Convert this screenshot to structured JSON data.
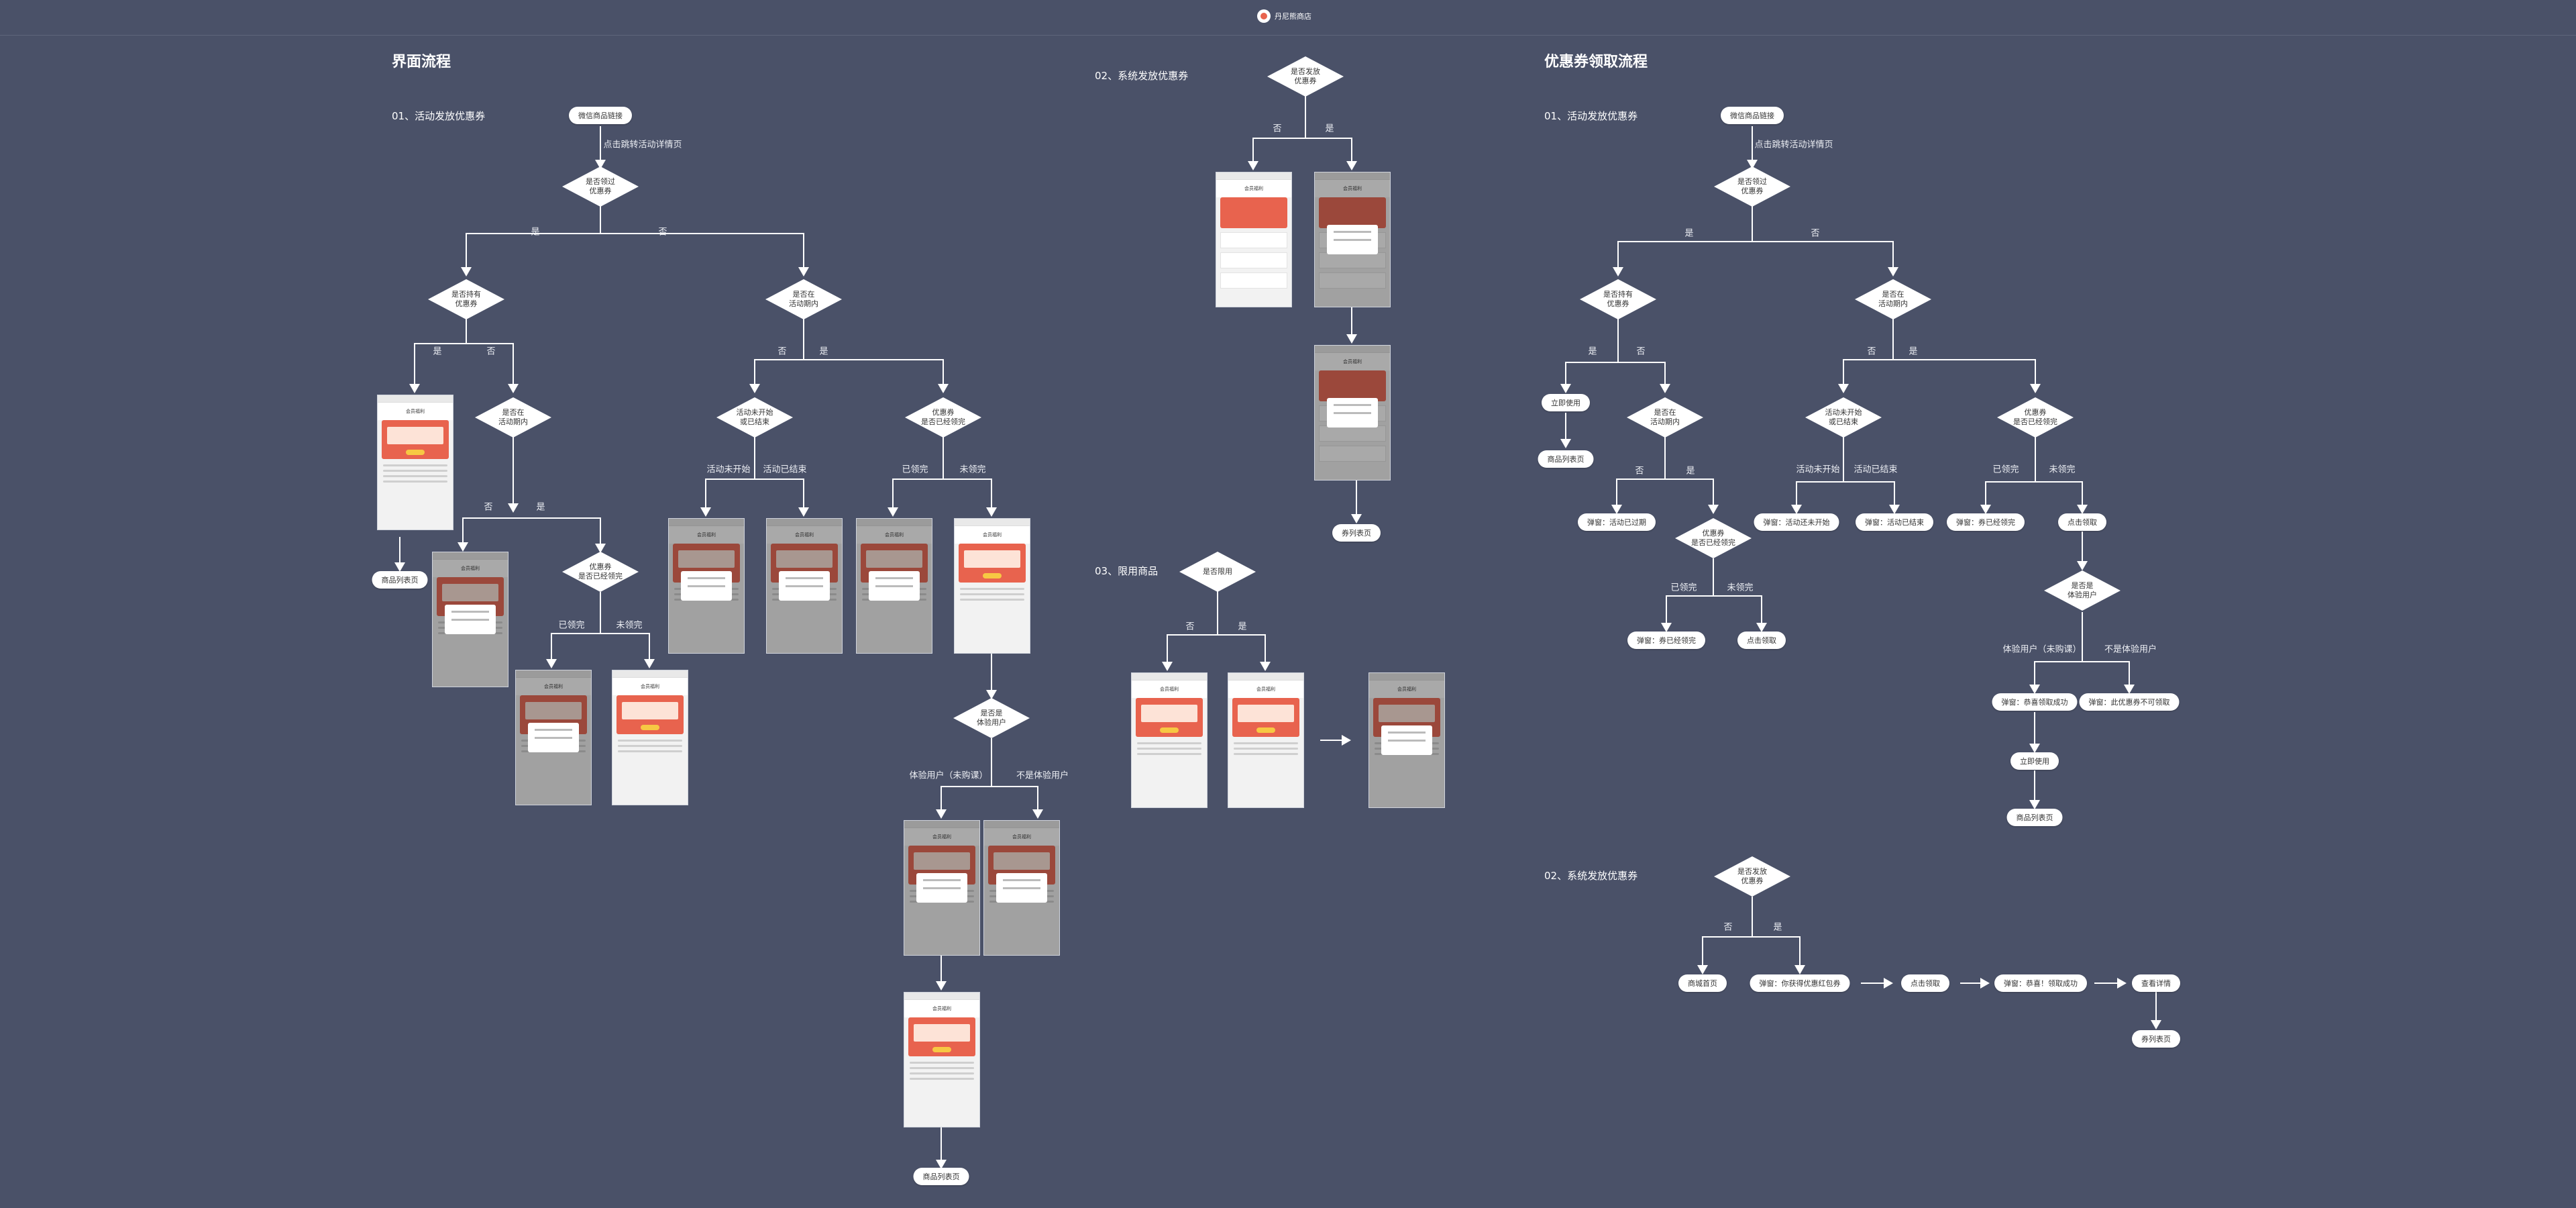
{
  "brand": {
    "name": "丹尼熊商店"
  },
  "titles": {
    "left": "界面流程",
    "right": "优惠券领取流程"
  },
  "sections": {
    "l_activity": "01、活动发放优惠券",
    "m_system": "02、系统发放优惠券",
    "m_limited": "03、限用商品",
    "r_activity": "01、活动发放优惠券",
    "r_system": "02、系统发放优惠券"
  },
  "pills": {
    "l_start": "微信商品链接",
    "l_goods": "商品列表页",
    "l_end": "商品列表页",
    "m_end": "券列表页",
    "r_start": "微信商品链接",
    "r_use": "立即使用",
    "r_goods": "商品列表页",
    "r_expired": "弹窗：活动已过期",
    "r_claimed": "弹窗：券已经领完",
    "r_click": "点击领取",
    "r_notstart": "弹窗：活动还未开始",
    "r_ended": "弹窗：活动已结束",
    "r_claimed2": "弹窗：券已经领完",
    "r_click2": "点击领取",
    "r_congrats": "弹窗：恭喜领取成功",
    "r_notnew": "弹窗：此优惠券不可领取",
    "r_use2": "立即使用",
    "r_goods2": "商品列表页",
    "r_home": "商城首页",
    "r_gift": "弹窗：你获得优惠红包券",
    "r_click3": "点击领取",
    "r_success": "弹窗：恭喜！领取成功",
    "r_view": "查看详情",
    "r_couponlist": "券列表页"
  },
  "diamonds": {
    "l_d1": "是否领过\n优惠券",
    "l_d2": "是否持有\n优惠券",
    "l_d3": "是否在\n活动期内",
    "l_d4": "是否在\n活动期内",
    "l_d5": "活动未开始\n或已结束",
    "l_d6": "优惠券\n是否已经领完",
    "l_d7": "优惠券\n是否已经领完",
    "l_d8": "是否是\n体验用户",
    "m_d1": "是否发放\n优惠券",
    "m_d2": "是否限用",
    "r_d1": "是否领过\n优惠券",
    "r_d2": "是否持有\n优惠券",
    "r_d3": "是否在\n活动期内",
    "r_d4": "是否在\n活动期内",
    "r_d5": "活动未开始\n或已结束",
    "r_d6": "优惠券\n是否已经领完",
    "r_d7": "优惠券\n是否已经领完",
    "r_d8": "是否是\n体验用户",
    "r_d9": "是否发放\n优惠券"
  },
  "labels": {
    "l_jump": "点击跳转活动详情页",
    "yes": "是",
    "no": "否",
    "l_notstart": "活动未开始",
    "l_ended": "活动已结束",
    "l_claimed": "已领完",
    "l_unclaimed": "未领完",
    "l_claimed2": "已领完",
    "l_unclaimed2": "未领完",
    "l_trial": "体验用户（未购课）",
    "l_nottrial": "不是体验用户",
    "r_jump": "点击跳转活动详情页",
    "r_notstart": "活动未开始",
    "r_ended": "活动已结束",
    "r_claimed": "已领完",
    "r_unclaimed": "未领完",
    "r_claimed2": "已领完",
    "r_unclaimed2": "未领完",
    "r_trial": "体验用户（未购课）",
    "r_nottrial": "不是体验用户"
  },
  "phone": {
    "header": "会员福利"
  }
}
